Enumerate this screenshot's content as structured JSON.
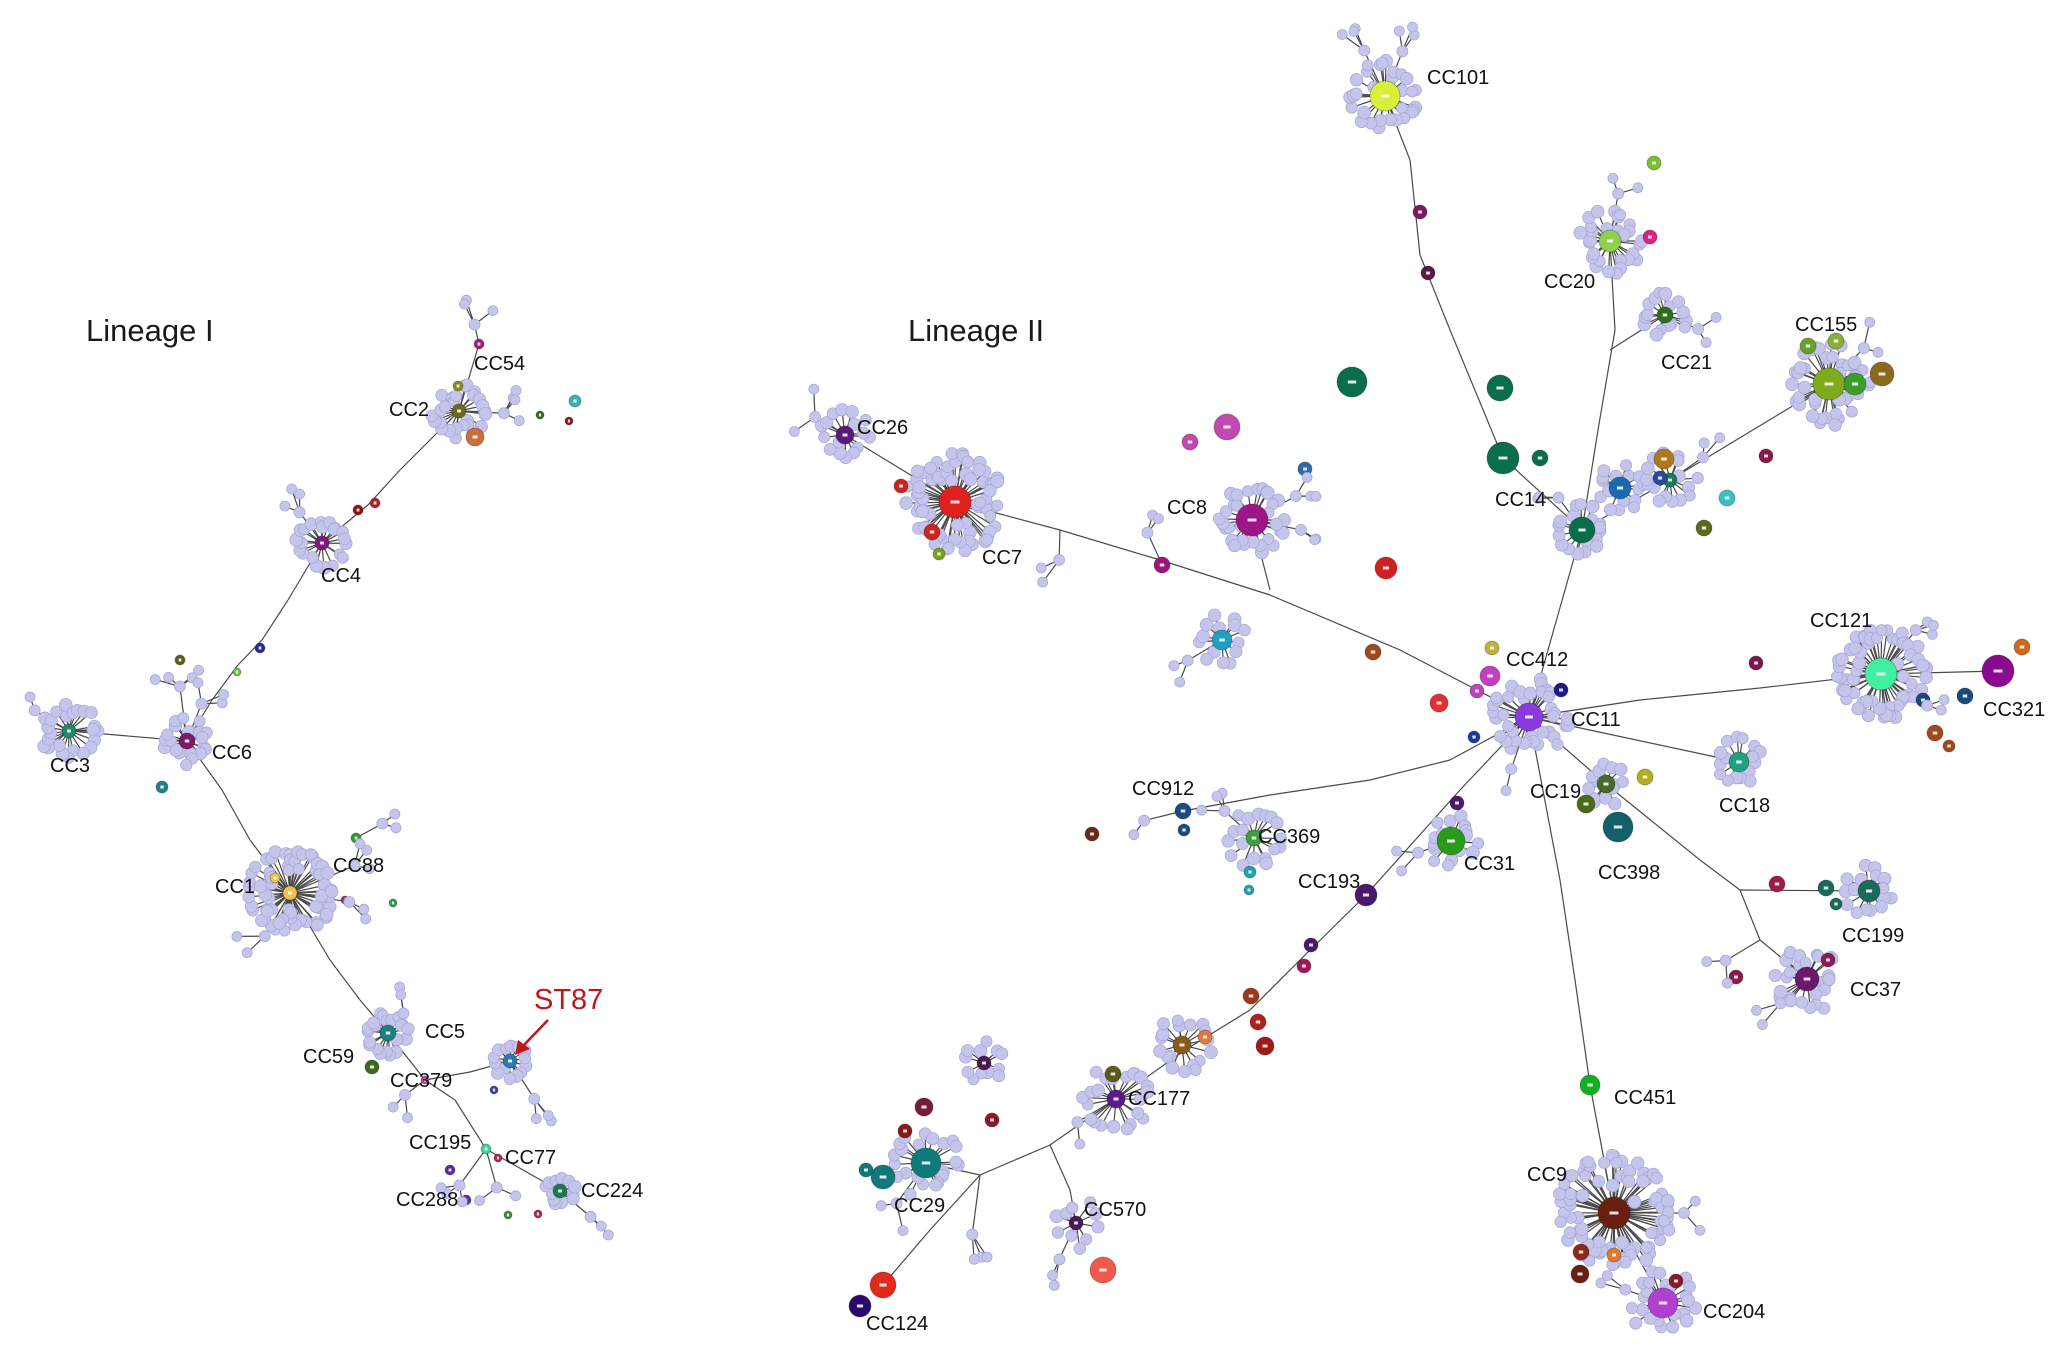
{
  "lineage_titles": [
    "Lineage I",
    "Lineage II"
  ],
  "colors": {
    "edge": "#4a4a4a",
    "leaf_node": "#c5c5ec",
    "leaf_stroke": "#a8a8d8",
    "highlight": "#c0151b"
  },
  "highlight": {
    "label": "ST87",
    "arrow_color": "#c0151b"
  },
  "lineage_1": {
    "name": "Lineage I",
    "clonal_complexes": [
      {
        "id": "CC3",
        "color": "#1f8a63"
      },
      {
        "id": "CC6",
        "color": "#7a1a6b"
      },
      {
        "id": "CC4",
        "color": "#7d1a7d"
      },
      {
        "id": "CC2",
        "color": "#6b6a1c"
      },
      {
        "id": "CC54",
        "color": "#a0207a"
      },
      {
        "id": "CC1",
        "color": "#f0c24a"
      },
      {
        "id": "CC88",
        "color": "#2a9a2a"
      },
      {
        "id": "CC5",
        "color": "#1a8080"
      },
      {
        "id": "CC59",
        "color": "#3e6a1a"
      },
      {
        "id": "CC379",
        "color": "#c040a0"
      },
      {
        "id": "CC195",
        "color": "#35d59e"
      },
      {
        "id": "CC77",
        "color": "#b02050"
      },
      {
        "id": "CC224",
        "color": "#1a7a4a"
      },
      {
        "id": "CC288",
        "color": "#5a2aa0"
      }
    ]
  },
  "lineage_2": {
    "name": "Lineage II",
    "clonal_complexes": [
      {
        "id": "CC101",
        "color": "#d9f03a"
      },
      {
        "id": "CC20",
        "color": "#8fd04a"
      },
      {
        "id": "CC21",
        "color": "#2e6e1c"
      },
      {
        "id": "CC155",
        "color": "#7faa1c"
      },
      {
        "id": "CC26",
        "color": "#5a1a7a"
      },
      {
        "id": "CC7",
        "color": "#e02020"
      },
      {
        "id": "CC8",
        "color": "#a0148a"
      },
      {
        "id": "CC14",
        "color": "#0a6e4a"
      },
      {
        "id": "CC412",
        "color": "#c040c0"
      },
      {
        "id": "CC11",
        "color": "#8a3ae0"
      },
      {
        "id": "CC121",
        "color": "#40f0a0"
      },
      {
        "id": "CC321",
        "color": "#8a0a90"
      },
      {
        "id": "CC18",
        "color": "#20a080"
      },
      {
        "id": "CC19",
        "color": "#4a6a2a"
      },
      {
        "id": "CC912",
        "color": "#1a4a80"
      },
      {
        "id": "CC369",
        "color": "#3aa03a"
      },
      {
        "id": "CC398",
        "color": "#14606a"
      },
      {
        "id": "CC31",
        "color": "#2a9a1a"
      },
      {
        "id": "CC193",
        "color": "#4a1a6a"
      },
      {
        "id": "CC199",
        "color": "#1a6a5a"
      },
      {
        "id": "CC37",
        "color": "#6a1a6a"
      },
      {
        "id": "CC177",
        "color": "#5a1a8a"
      },
      {
        "id": "CC451",
        "color": "#10b020"
      },
      {
        "id": "CC29",
        "color": "#107a7a"
      },
      {
        "id": "CC570",
        "color": "#4a1a5a"
      },
      {
        "id": "CC9",
        "color": "#6a2010"
      },
      {
        "id": "CC124",
        "color": "#2a0a6a"
      },
      {
        "id": "CC204",
        "color": "#b040d0"
      }
    ]
  }
}
